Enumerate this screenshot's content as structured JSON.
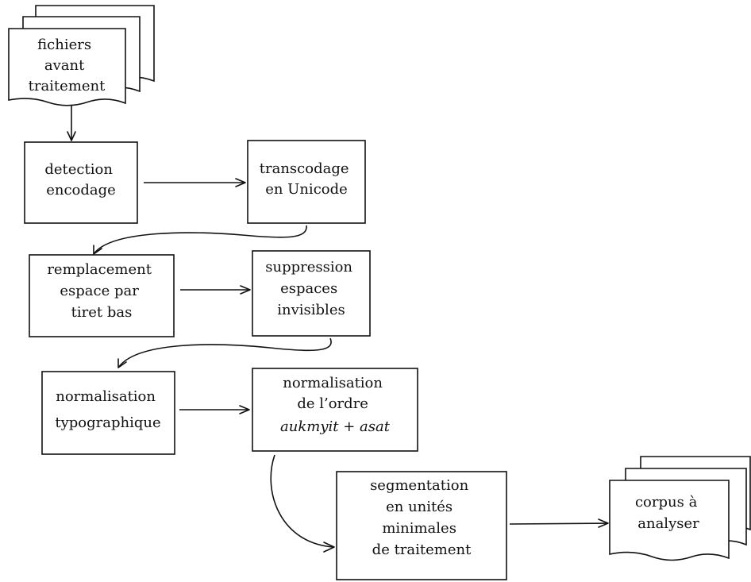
{
  "diagram": {
    "nodes": {
      "input_files": {
        "lines": [
          "fichiers",
          "avant",
          "traitement"
        ]
      },
      "detect": {
        "lines": [
          "detection",
          "encodage"
        ]
      },
      "transcode": {
        "lines": [
          "transcodage",
          "en Unicode"
        ]
      },
      "replace": {
        "lines": [
          "remplacement",
          "espace par",
          "tiret bas"
        ]
      },
      "suppress": {
        "lines": [
          "suppression",
          "espaces",
          "invisibles"
        ]
      },
      "typo": {
        "lines": [
          "normalisation",
          "typographique"
        ]
      },
      "order": {
        "lines": [
          "normalisation",
          "de l’ordre",
          "aukmyit + asat"
        ]
      },
      "segment": {
        "lines": [
          "segmentation",
          "en unités",
          "minimales",
          "de traitement"
        ]
      },
      "output_corpus": {
        "lines": [
          "corpus à",
          "analyser"
        ]
      }
    }
  }
}
